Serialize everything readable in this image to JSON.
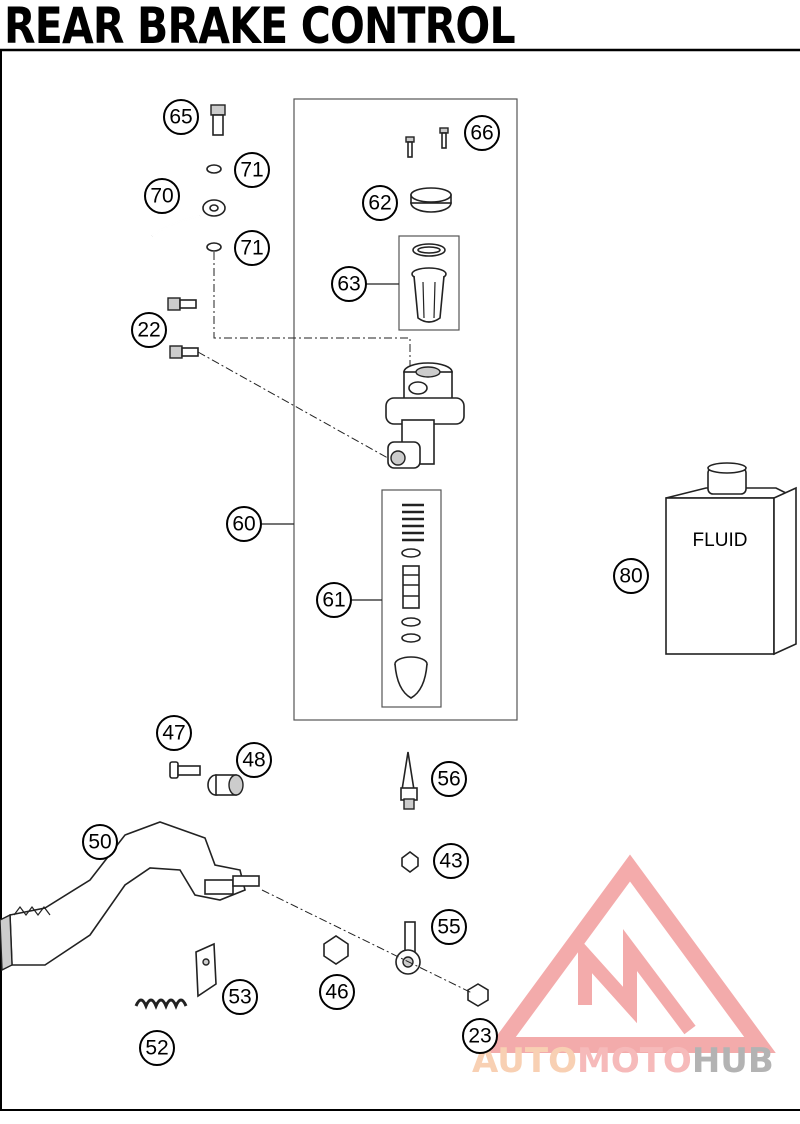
{
  "title": "REAR BRAKE CONTROL",
  "fluid_label": "FLUID",
  "watermark": {
    "text_a": "AUTO",
    "text_b": "MOTO",
    "text_c": "HUB",
    "color_a": "#f6c19a",
    "color_b": "#f3a3a3",
    "color_c": "#9a9a9a"
  },
  "callouts": [
    {
      "id": "65",
      "label": "65"
    },
    {
      "id": "66",
      "label": "66"
    },
    {
      "id": "71a",
      "label": "71"
    },
    {
      "id": "70",
      "label": "70"
    },
    {
      "id": "62",
      "label": "62"
    },
    {
      "id": "71b",
      "label": "71"
    },
    {
      "id": "63",
      "label": "63"
    },
    {
      "id": "22",
      "label": "22"
    },
    {
      "id": "60",
      "label": "60"
    },
    {
      "id": "61",
      "label": "61"
    },
    {
      "id": "80",
      "label": "80"
    },
    {
      "id": "47",
      "label": "47"
    },
    {
      "id": "48",
      "label": "48"
    },
    {
      "id": "56",
      "label": "56"
    },
    {
      "id": "50",
      "label": "50"
    },
    {
      "id": "43",
      "label": "43"
    },
    {
      "id": "55",
      "label": "55"
    },
    {
      "id": "53",
      "label": "53"
    },
    {
      "id": "46",
      "label": "46"
    },
    {
      "id": "52",
      "label": "52"
    },
    {
      "id": "23",
      "label": "23"
    }
  ]
}
